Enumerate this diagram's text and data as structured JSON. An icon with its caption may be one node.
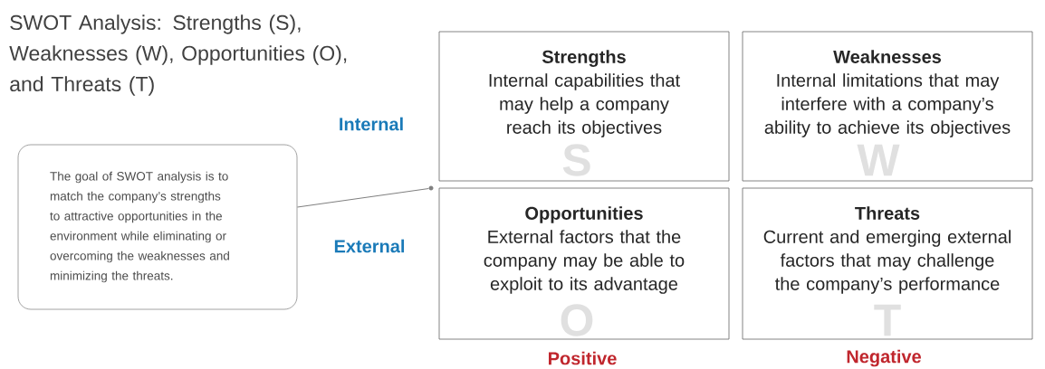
{
  "diagram": {
    "title": "SWOT Analysis: Strengths (S), Weaknesses (W), Opportunities (O), and Threats (T)",
    "nodes": [
      {
        "text": [
          "The goal of SWOT analysis is to match the company’s strengths to attractive opportunities in the environment while eliminating or overcoming the weaknesses and minimizing the threats."
        ]
      },
      {
        "text": [
          "Strengths",
          "Internal capabilities that may help a company reach its objectives"
        ]
      },
      {
        "text": [
          "Weaknesses",
          "Internal limitations that may interfere with a company’s ability to achieve its objectives"
        ]
      },
      {
        "text": [
          "Opportunities",
          "External factors that the company may be able to exploit to its advantage"
        ]
      },
      {
        "text": [
          "Threats",
          "Current and emerging external factors that may challenge the company’s performance"
        ]
      },
      {
        "text": [],
        "shape": "circle"
      }
    ],
    "edges": [
      {
        "from": 0,
        "to": 5,
        "arrow": "none"
      }
    ],
    "labels": [
      "S",
      "W",
      "Internal",
      "O",
      "T",
      "External",
      "Positive",
      "Negative"
    ]
  }
}
